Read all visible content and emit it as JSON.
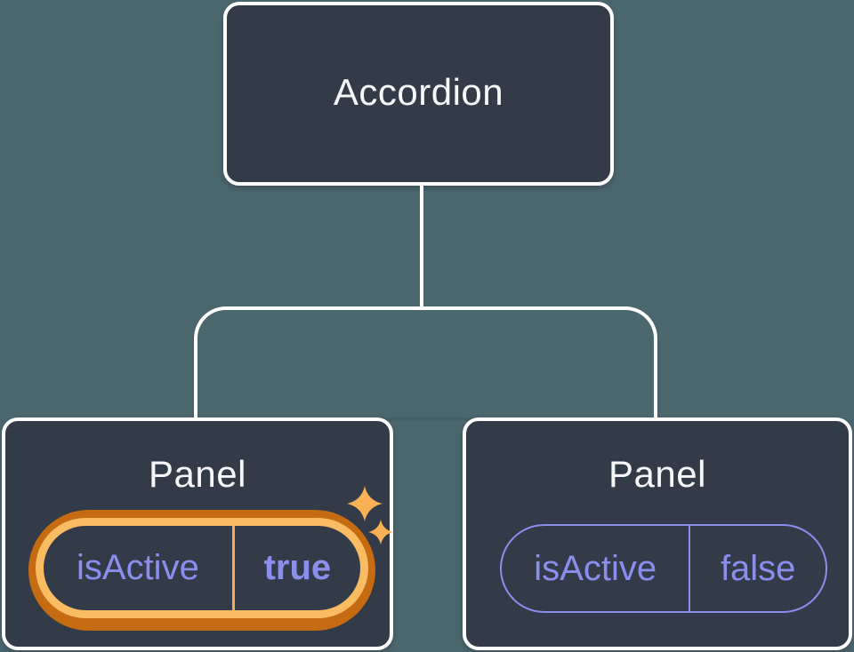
{
  "diagram": {
    "description": "Component tree: Accordion parent owning two Panel children with isActive state",
    "colors": {
      "background": "#4B676E",
      "node_fill": "#343B48",
      "node_border": "#FFFFFF",
      "title_text": "#F6F7F9",
      "state_purple": "#8A8FEE",
      "highlight_ring_outer": "#C56B12",
      "highlight_ring_inner": "#F9BC62",
      "highlight_divider": "#F3AC55",
      "sparkle_gold": "#F9B155"
    },
    "root": {
      "label": "Accordion"
    },
    "children": [
      {
        "label": "Panel",
        "state_key": "isActive",
        "state_value": "true",
        "highlighted": true
      },
      {
        "label": "Panel",
        "state_key": "isActive",
        "state_value": "false",
        "highlighted": false
      }
    ]
  }
}
